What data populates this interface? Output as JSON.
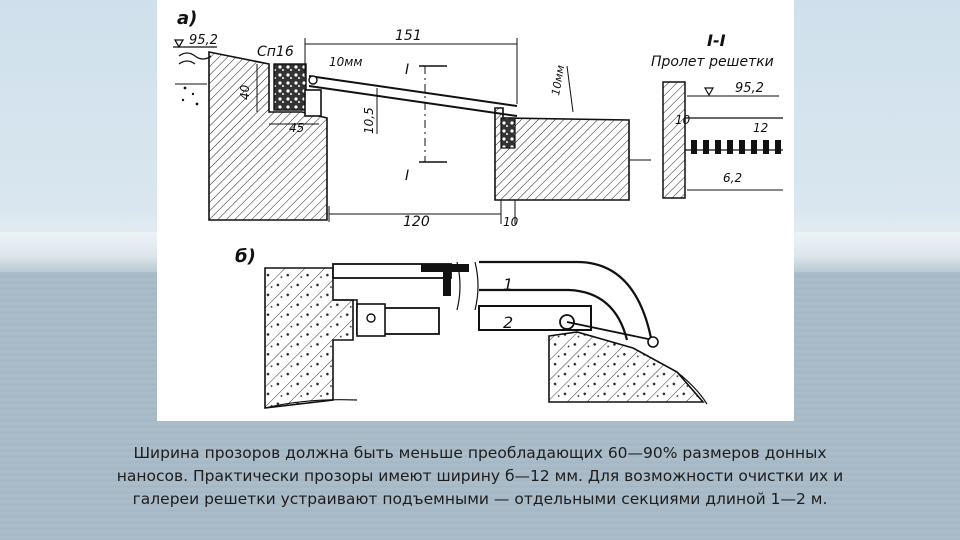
{
  "figure": {
    "part_a_label": "а)",
    "part_b_label": "б)",
    "level_left": "95,2",
    "steel_mark": "Сп16",
    "dim_151": "151",
    "dim_10mm_top": "10мм",
    "dim_10mm_right": "10мм",
    "dim_40": "40",
    "dim_45": "45",
    "dim_10_5": "10,5",
    "dim_120": "120",
    "dim_10_bottom": "10",
    "section_mark": "I",
    "section_title": "I-I",
    "section_subtitle": "Пролет решетки",
    "level_right": "95,2",
    "dim_10_section": "10",
    "dim_12": "12",
    "dim_6_2": "6,2",
    "item_1": "1",
    "item_2": "2"
  },
  "caption": {
    "line1": "Ширина прозоров должна быть меньше преобладающих 60—90% размеров донных",
    "line2": "наносов. Практически прозоры имеют ширину б—12 мм. Для возможности очистки их и",
    "line3": "галереи решетки устраивают подъемными — отдельными секциями длиной 1—2 м."
  }
}
